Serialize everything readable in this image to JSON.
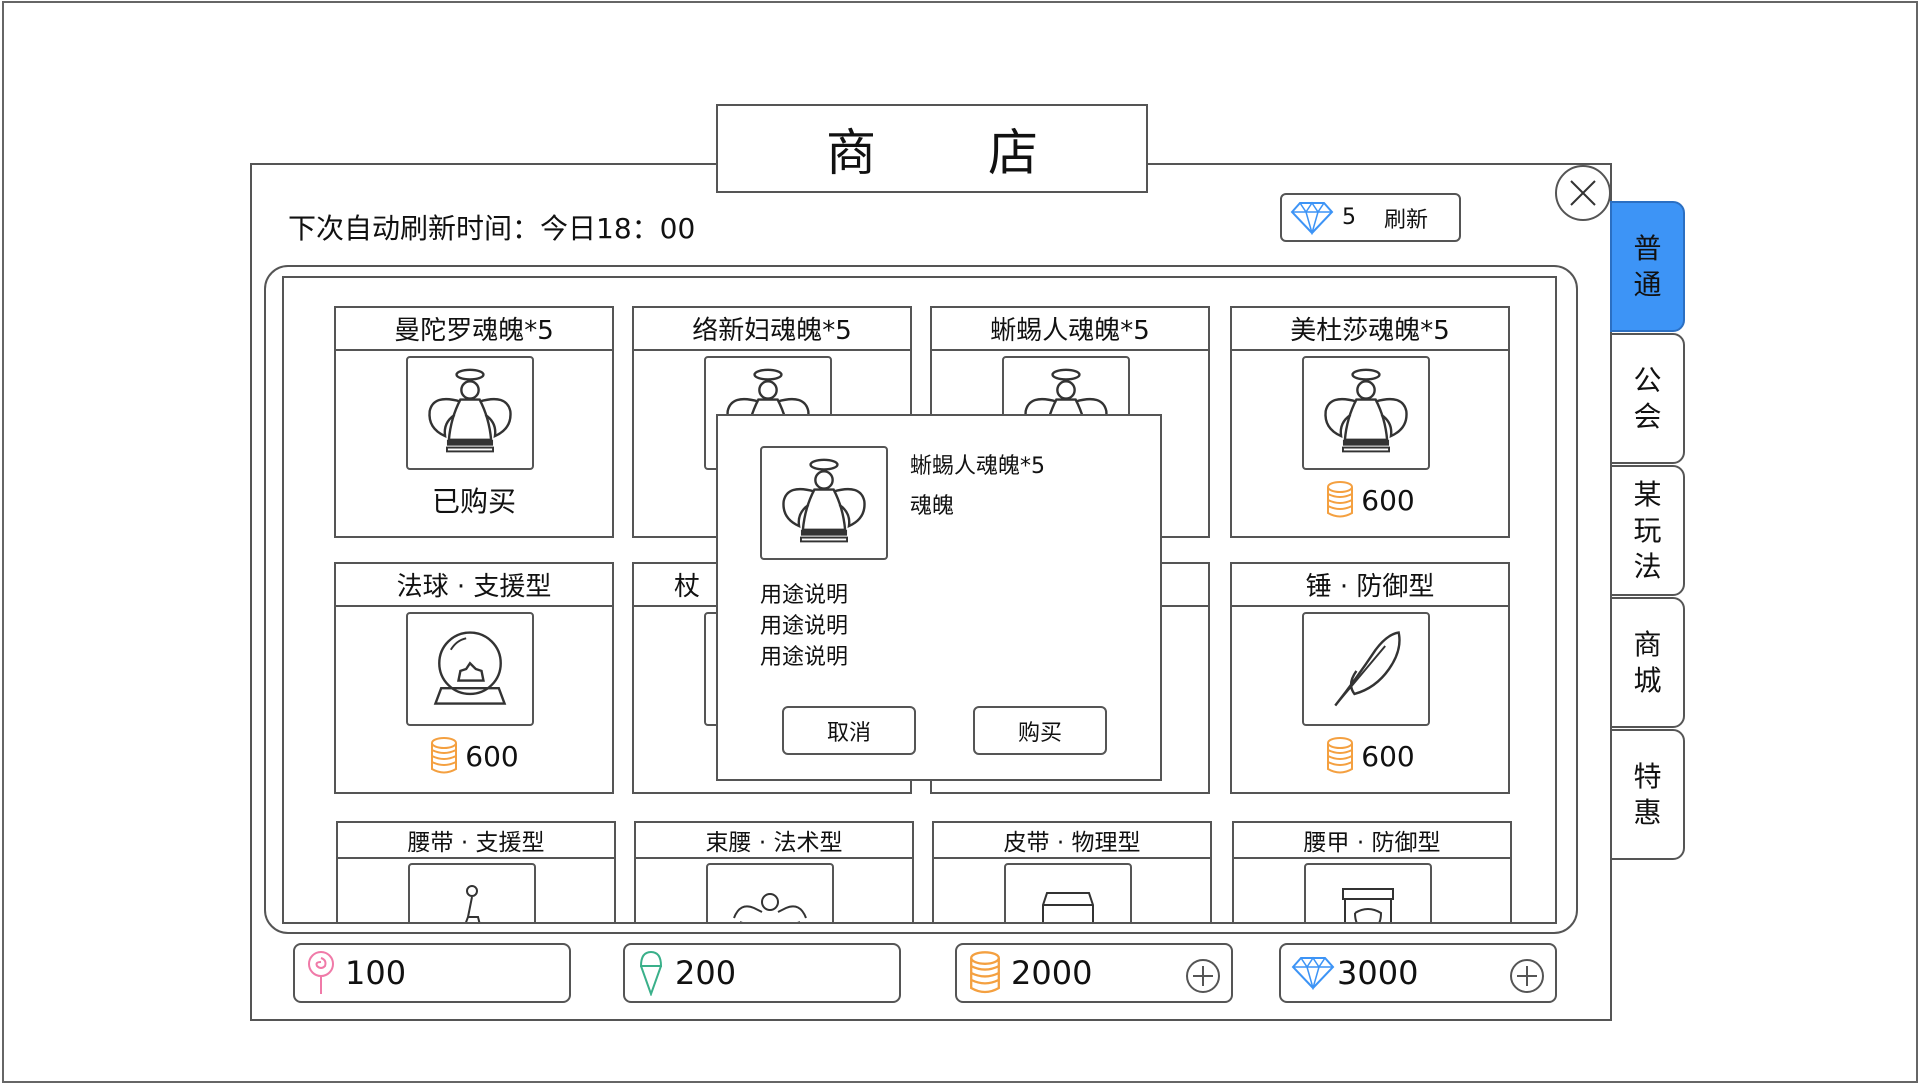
{
  "shop": {
    "title": "商 店",
    "refresh_time_text": "下次自动刷新时间：今日18：00",
    "refresh_button": {
      "cost": "5",
      "label": "刷新",
      "icon": "diamond-icon"
    }
  },
  "items": [
    {
      "name": "曼陀罗魂魄*5",
      "icon": "angel-icon",
      "status": "已购买",
      "price": ""
    },
    {
      "name": "络新妇魂魄*5",
      "icon": "angel-icon",
      "status": "",
      "price": ""
    },
    {
      "name": "蜥蜴人魂魄*5",
      "icon": "angel-icon",
      "status": "",
      "price": ""
    },
    {
      "name": "美杜莎魂魄*5",
      "icon": "angel-icon",
      "status": "",
      "price": "600"
    },
    {
      "name": "法球 · 支援型",
      "icon": "crystal-ball-icon",
      "status": "",
      "price": "600"
    },
    {
      "name": "杖",
      "icon": "staff-icon",
      "status": "",
      "price": ""
    },
    {
      "name": "",
      "icon": "",
      "status": "",
      "price": ""
    },
    {
      "name": "锤 · 防御型",
      "icon": "feather-icon",
      "status": "",
      "price": "600"
    },
    {
      "name": "腰带 · 支援型",
      "icon": "belt-icon"
    },
    {
      "name": "束腰 · 法术型",
      "icon": "muscle-icon"
    },
    {
      "name": "皮带 · 物理型",
      "icon": "milk-icon"
    },
    {
      "name": "腰甲 · 防御型",
      "icon": "jar-icon"
    }
  ],
  "dialog": {
    "item_name": "蜥蜴人魂魄*5",
    "item_type": "魂魄",
    "description": [
      "用途说明",
      "用途说明",
      "用途说明"
    ],
    "cancel_label": "取消",
    "buy_label": "购买"
  },
  "tabs": [
    {
      "label": "普通",
      "active": true
    },
    {
      "label": "公会",
      "active": false
    },
    {
      "label": "某玩法",
      "active": false
    },
    {
      "label": "商城",
      "active": false
    },
    {
      "label": "特惠",
      "active": false
    }
  ],
  "currencies": [
    {
      "icon": "lollipop-icon",
      "value": "100",
      "has_plus": false
    },
    {
      "icon": "ice-cream-icon",
      "value": "200",
      "has_plus": false
    },
    {
      "icon": "coin-icon",
      "value": "2000",
      "has_plus": true
    },
    {
      "icon": "diamond-icon",
      "value": "3000",
      "has_plus": true
    }
  ],
  "colors": {
    "accent_tab": "#3d94f6",
    "coin": "#f4a040",
    "diamond": "#3d94f6",
    "lollipop": "#f07aa8",
    "ice_cream": "#3ab08a"
  }
}
